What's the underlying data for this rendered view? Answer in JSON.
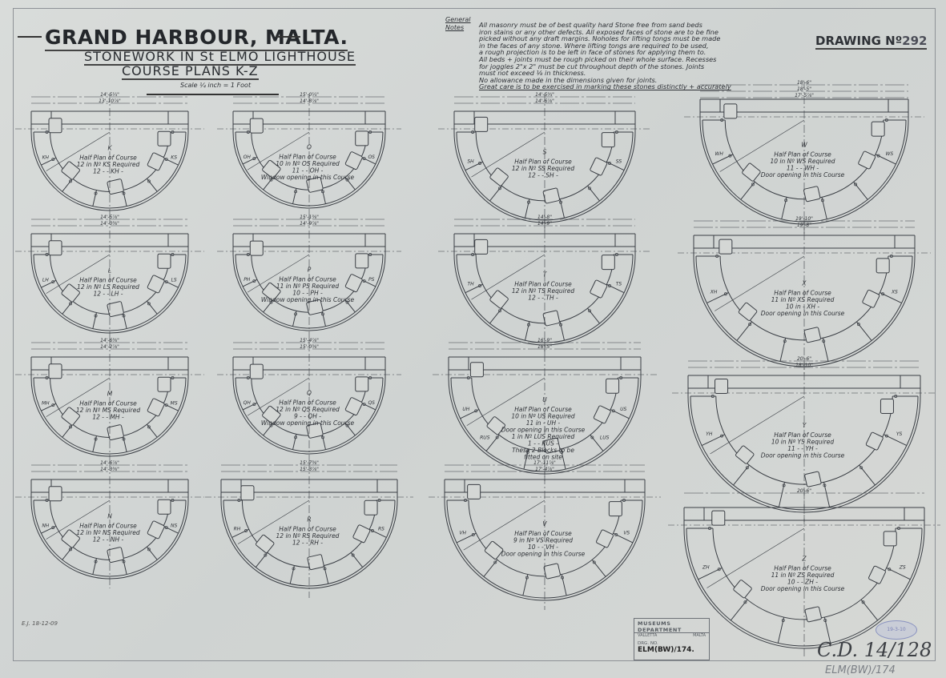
{
  "header": {
    "title": "GRAND HARBOUR, MALTA.",
    "subtitle": "STONEWORK IN St ELMO LIGHTHOUSE",
    "subtitle2": "COURSE PLANS K-Z",
    "scale": "Scale ¼ inch = 1 Foot",
    "drawing_label": "DRAWING Nº",
    "drawing_number": "292"
  },
  "notes": {
    "heading": "General Notes",
    "lines": [
      "All masonry must be of best quality hard Stone free from sand beds",
      "iron stains or any other defects. All exposed faces of stone are to be fine",
      "picked without any draft margins. Noholes for lifting tongs must be made",
      "in the faces of any stone. Where lifting tongs are required to be used,",
      "a rough projection is to be left in face of stones for applying them to.",
      "All beds + joints must be rough picked on their whole surface. Recesses",
      "for joggles 2\"x 2\" must be cut throughout depth of the stones. Joints",
      "must not exceed ⅛ in thickness.",
      "No allowance made in the dimensions given for joints.",
      "Great care is to be exercised in marking these stones distinctly + accurately"
    ]
  },
  "courses": [
    {
      "letter": "K",
      "dims": [
        "14'-5¼\"",
        "13'-10⅞\""
      ],
      "lines": [
        "Half Plan of Course",
        "12 in Nº KS Required",
        "12 - - KH -"
      ],
      "stones": [
        "KS",
        "KH"
      ]
    },
    {
      "letter": "O",
      "dims": [
        "15'-0¼\"",
        "14'-8⅞\""
      ],
      "lines": [
        "Half Plan of Course",
        "10 in Nº OS Required",
        "11 - - OH -",
        "Window opening in this Course"
      ],
      "stones": [
        "OS",
        "OH"
      ]
    },
    {
      "letter": "S",
      "dims": [
        "14'-5¾\"",
        "14'-6⅞\""
      ],
      "lines": [
        "Half Plan of Course",
        "12 in Nº SS Required",
        "12 - - SH -"
      ],
      "stones": [
        "SS",
        "SH"
      ]
    },
    {
      "letter": "W",
      "dims": [
        "18'-6\"",
        "18'-5\"",
        "17'-5⅞\""
      ],
      "lines": [
        "Half Plan of Course",
        "10 in Nº WS Required",
        "11 - - WH -",
        "Door opening in this Course"
      ],
      "stones": [
        "WS",
        "WH"
      ]
    },
    {
      "letter": "L",
      "dims": [
        "14'-5⅞\"",
        "14'-0⅜\""
      ],
      "lines": [
        "Half Plan of Course",
        "12 in Nº LS Required",
        "12 - - LH -"
      ],
      "stones": [
        "LS",
        "LH"
      ]
    },
    {
      "letter": "P",
      "dims": [
        "15'-1⅜\"",
        "14'-9⅞\""
      ],
      "lines": [
        "Half Plan of Course",
        "11 in Nº PS Required",
        "10 - - PH -",
        "Window opening in this Course"
      ],
      "stones": [
        "PS",
        "PH"
      ]
    },
    {
      "letter": "T",
      "dims": [
        "14'-8\"",
        "14'-9\""
      ],
      "lines": [
        "Half Plan of Course",
        "12 in Nº TS Required",
        "12 - - TH -"
      ],
      "stones": [
        "TS",
        "TH"
      ]
    },
    {
      "letter": "X",
      "dims": [
        "19'-10\"",
        "19'-8\""
      ],
      "lines": [
        "Half Plan of Course",
        "11 in Nº XS Required",
        "10 in - XH -",
        "Door opening in this Course"
      ],
      "stones": [
        "XS",
        "XH"
      ]
    },
    {
      "letter": "M",
      "dims": [
        "14'-6⅜\"",
        "14'-2⅞\""
      ],
      "lines": [
        "Half Plan of Course",
        "12 in Nº MS Required",
        "12 - - MH -"
      ],
      "stones": [
        "MS",
        "MH"
      ]
    },
    {
      "letter": "Q",
      "dims": [
        "15'-4⅞\"",
        "15'-0⅜\""
      ],
      "lines": [
        "Half Plan of Course",
        "12 in Nº QS Required",
        "9 - - QH -",
        "Window opening in this Course"
      ],
      "stones": [
        "QS",
        "QH"
      ]
    },
    {
      "letter": "U",
      "dims": [
        "16'-9\"",
        "16'-5\""
      ],
      "lines": [
        "Half Plan of Course",
        "10 in Nº US Required",
        "11 in - UH -",
        "Door opening in this Course",
        "1 in Nº LUS Required",
        "1 - - RUS -",
        "These 2 Blocks to be",
        "fitted on site"
      ],
      "stones": [
        "US",
        "UH",
        "LUS",
        "RUS"
      ]
    },
    {
      "letter": "Y",
      "dims": [
        "20'-6\"",
        "18'-10\""
      ],
      "lines": [
        "Half Plan of Course",
        "10 in Nº YS Required",
        "11 - - YH -",
        "Door opening in this Course"
      ],
      "stones": [
        "YS",
        "YH"
      ]
    },
    {
      "letter": "N",
      "dims": [
        "14'-6⅞\"",
        "14'-3⅜\""
      ],
      "lines": [
        "Half Plan of Course",
        "12 in Nº NS Required",
        "12 - - NH -"
      ],
      "stones": [
        "NS",
        "NH"
      ]
    },
    {
      "letter": "R",
      "dims": [
        "15'-7⅜\"",
        "15'-3⅞\""
      ],
      "lines": [
        "Half Plan of Course",
        "12 in Nº RS Required",
        "12 - - RH -"
      ],
      "stones": [
        "RS",
        "RH"
      ]
    },
    {
      "letter": "V",
      "dims": [
        "17'-11⅞\"",
        "17'-4⅞\""
      ],
      "lines": [
        "Half Plan of Course",
        "9 in Nº VS Required",
        "10 - - VH -",
        "Door opening in this Course"
      ],
      "stones": [
        "VS",
        "VH"
      ]
    },
    {
      "letter": "Z",
      "dims": [
        "20'-6\""
      ],
      "lines": [
        "Half Plan of Course",
        "11 in Nº ZS Required",
        "10 - - ZH -",
        "Door opening in this Course"
      ],
      "stones": [
        "ZS",
        "ZH"
      ]
    }
  ],
  "stamp": {
    "department": "MUSEUMS DEPARTMENT",
    "city": "VALLETTA",
    "country": "MALTA",
    "drg_label": "DRG. NO.",
    "drg_number": "ELM(BW)/174.",
    "date_stamp": "19-3-10"
  },
  "annotations": {
    "catalogue": "C.D. 14/128",
    "pencil_ref": "ELM(BW)/174",
    "initials": "E.J. 18-12-09"
  },
  "colors": {
    "paper": "#d3d6d4",
    "ink": "#2e3136",
    "stamp_blue": "#7b83b6"
  }
}
